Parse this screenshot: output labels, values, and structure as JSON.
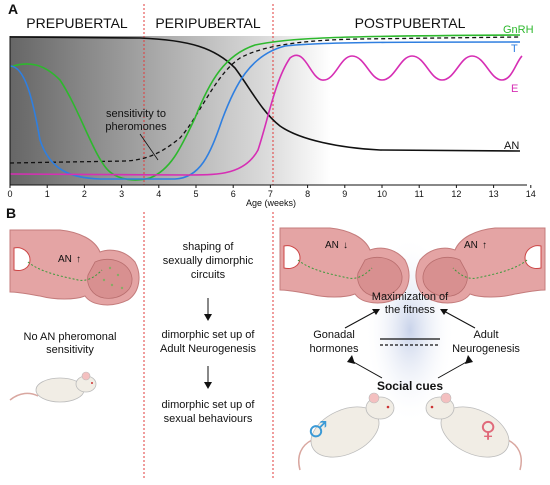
{
  "panel_a": {
    "letter": "A",
    "phases": [
      "PREPUBERTAL",
      "PERIPUBERTAL",
      "POSTPUBERTAL"
    ],
    "x_axis_label": "Age (weeks)",
    "x_ticks": [
      "0",
      "1",
      "2",
      "3",
      "4",
      "5",
      "6",
      "7",
      "8",
      "9",
      "10",
      "11",
      "12",
      "13",
      "14"
    ],
    "annotation_line1": "sensitivity to",
    "annotation_line2": "pheromones",
    "curve_labels": {
      "gnrh": "GnRH",
      "t": "T",
      "e": "E",
      "an": "AN"
    },
    "colors": {
      "gnrh": "#2db82d",
      "t": "#2f7fe0",
      "e": "#d62fb4",
      "an": "#111111",
      "sensitivity": "#111111",
      "phase_divider": "#e23b3b"
    }
  },
  "panel_b": {
    "letter": "B",
    "left": {
      "an_label": "AN",
      "an_arrow": "↑",
      "caption_line1": "No AN pheromonal",
      "caption_line2": "sensitivity"
    },
    "middle": {
      "step1_line1": "shaping of",
      "step1_line2": "sexually dimorphic",
      "step1_line3": "circuits",
      "step2_line1": "dimorphic set up of",
      "step2_line2": "Adult Neurogenesis",
      "step3_line1": "dimorphic set up of",
      "step3_line2": "sexual behaviours"
    },
    "right": {
      "an_left_label": "AN",
      "an_left_arrow": "↓",
      "an_right_label": "AN",
      "an_right_arrow": "↑",
      "fitness_line1": "Maximization of",
      "fitness_line2": "the fitness",
      "gonadal_line1": "Gonadal",
      "gonadal_line2": "hormones",
      "adult_line1": "Adult",
      "adult_line2": "Neurogenesis",
      "social_cues": "Social cues",
      "male_symbol": "♂",
      "female_symbol": "♀"
    }
  }
}
